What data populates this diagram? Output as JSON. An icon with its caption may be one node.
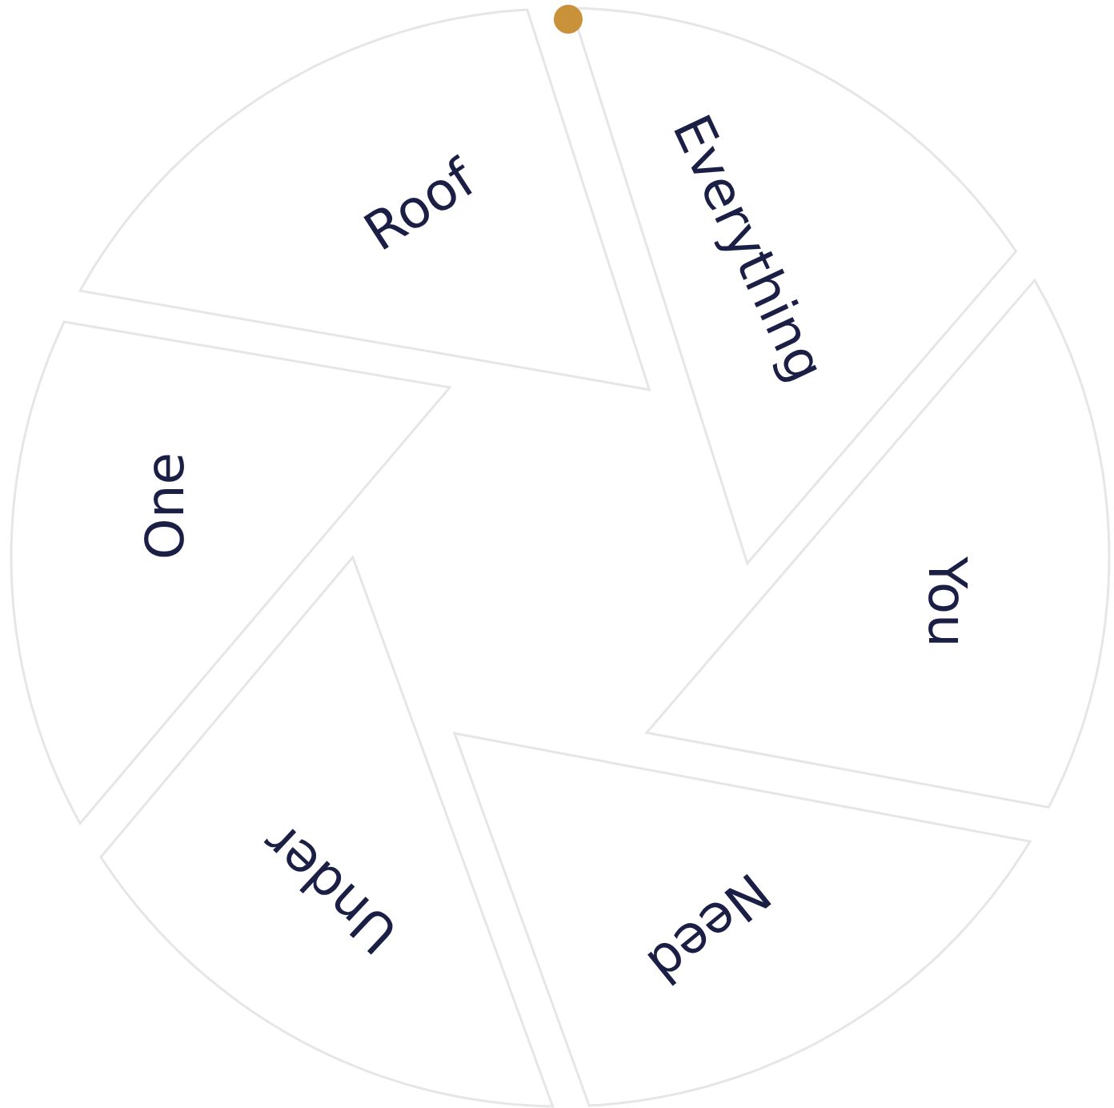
{
  "diagram": {
    "nodes": [
      {
        "text": [
          "Roof"
        ]
      },
      {
        "text": [
          "Everything"
        ]
      },
      {
        "text": [
          "You"
        ]
      },
      {
        "text": [
          "Need"
        ]
      },
      {
        "text": [
          "Under"
        ]
      },
      {
        "text": [
          "One"
        ]
      }
    ]
  }
}
